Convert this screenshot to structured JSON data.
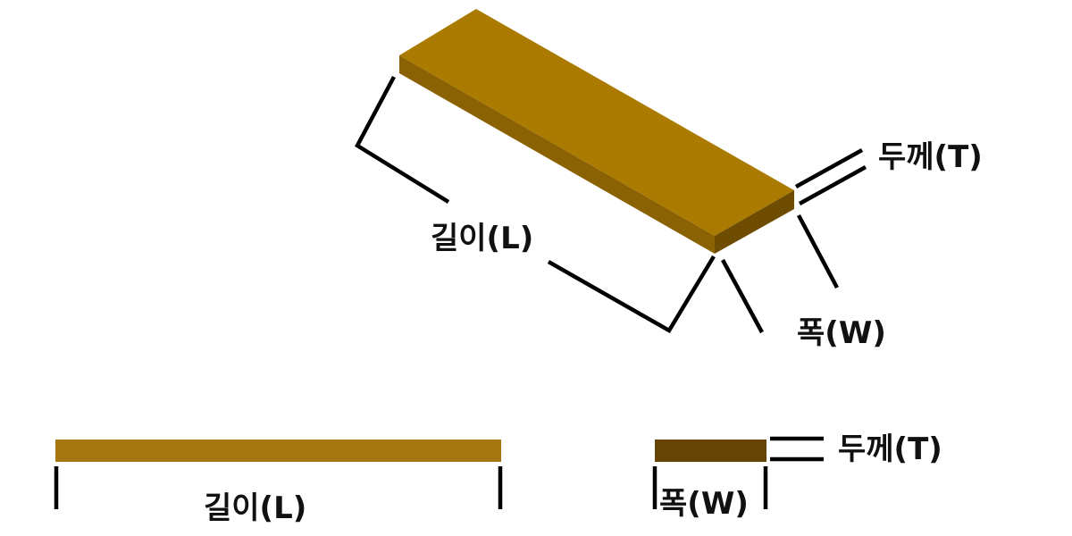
{
  "colors": {
    "top_face": "#ab7a00",
    "front_face": "#8b6203",
    "end_face": "#6e4d02",
    "side_bar": "#a47711",
    "cross_section": "#654405",
    "ink": "#000000"
  },
  "iso_view": {
    "label_length": "길이(L)",
    "label_width": "폭(W)",
    "label_thickness": "두께(T)"
  },
  "side_view": {
    "label_length": "길이(L)"
  },
  "section_view": {
    "label_width": "폭(W)",
    "label_thickness": "두께(T)"
  }
}
